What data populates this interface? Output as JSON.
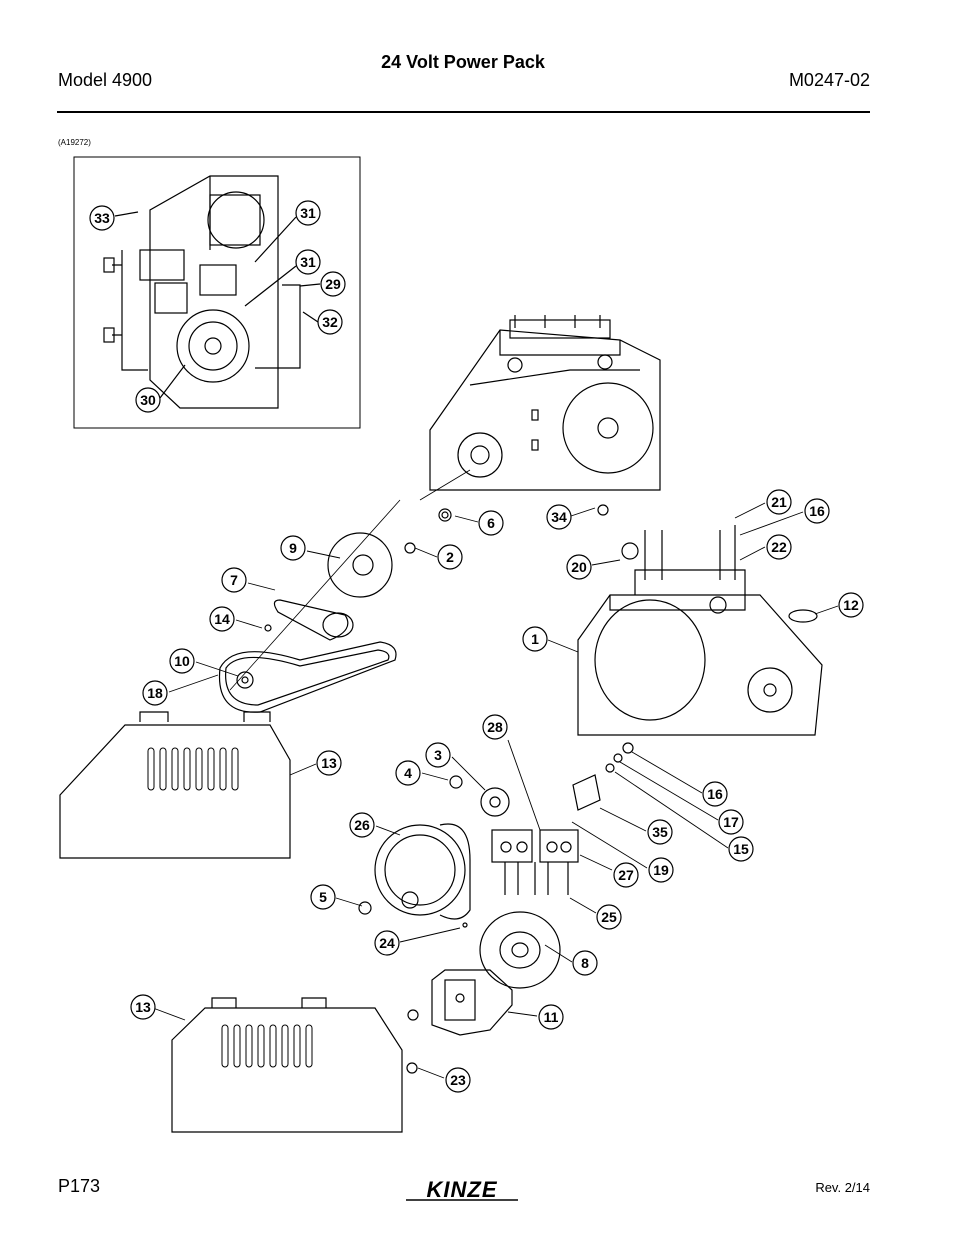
{
  "header": {
    "title": "24 Volt Power Pack",
    "model": "Model 4900",
    "doc_number": "M0247-02"
  },
  "figure_id": "(A19272)",
  "callouts": {
    "c33": "33",
    "c31a": "31",
    "c31b": "31",
    "c29": "29",
    "c32": "32",
    "c30": "30",
    "c6": "6",
    "c2": "2",
    "c34": "34",
    "c21": "21",
    "c16a": "16",
    "c22": "22",
    "c9": "9",
    "c20": "20",
    "c7": "7",
    "c12": "12",
    "c14": "14",
    "c1": "1",
    "c10": "10",
    "c18": "18",
    "c28": "28",
    "c3": "3",
    "c13a": "13",
    "c4": "4",
    "c16b": "16",
    "c26": "26",
    "c35": "35",
    "c17": "17",
    "c15": "15",
    "c27": "27",
    "c19": "19",
    "c5": "5",
    "c25": "25",
    "c24": "24",
    "c8": "8",
    "c13b": "13",
    "c11": "11",
    "c23": "23"
  },
  "footer": {
    "page": "P173",
    "revision": "Rev. 2/14",
    "logo_text": "KINZE"
  }
}
